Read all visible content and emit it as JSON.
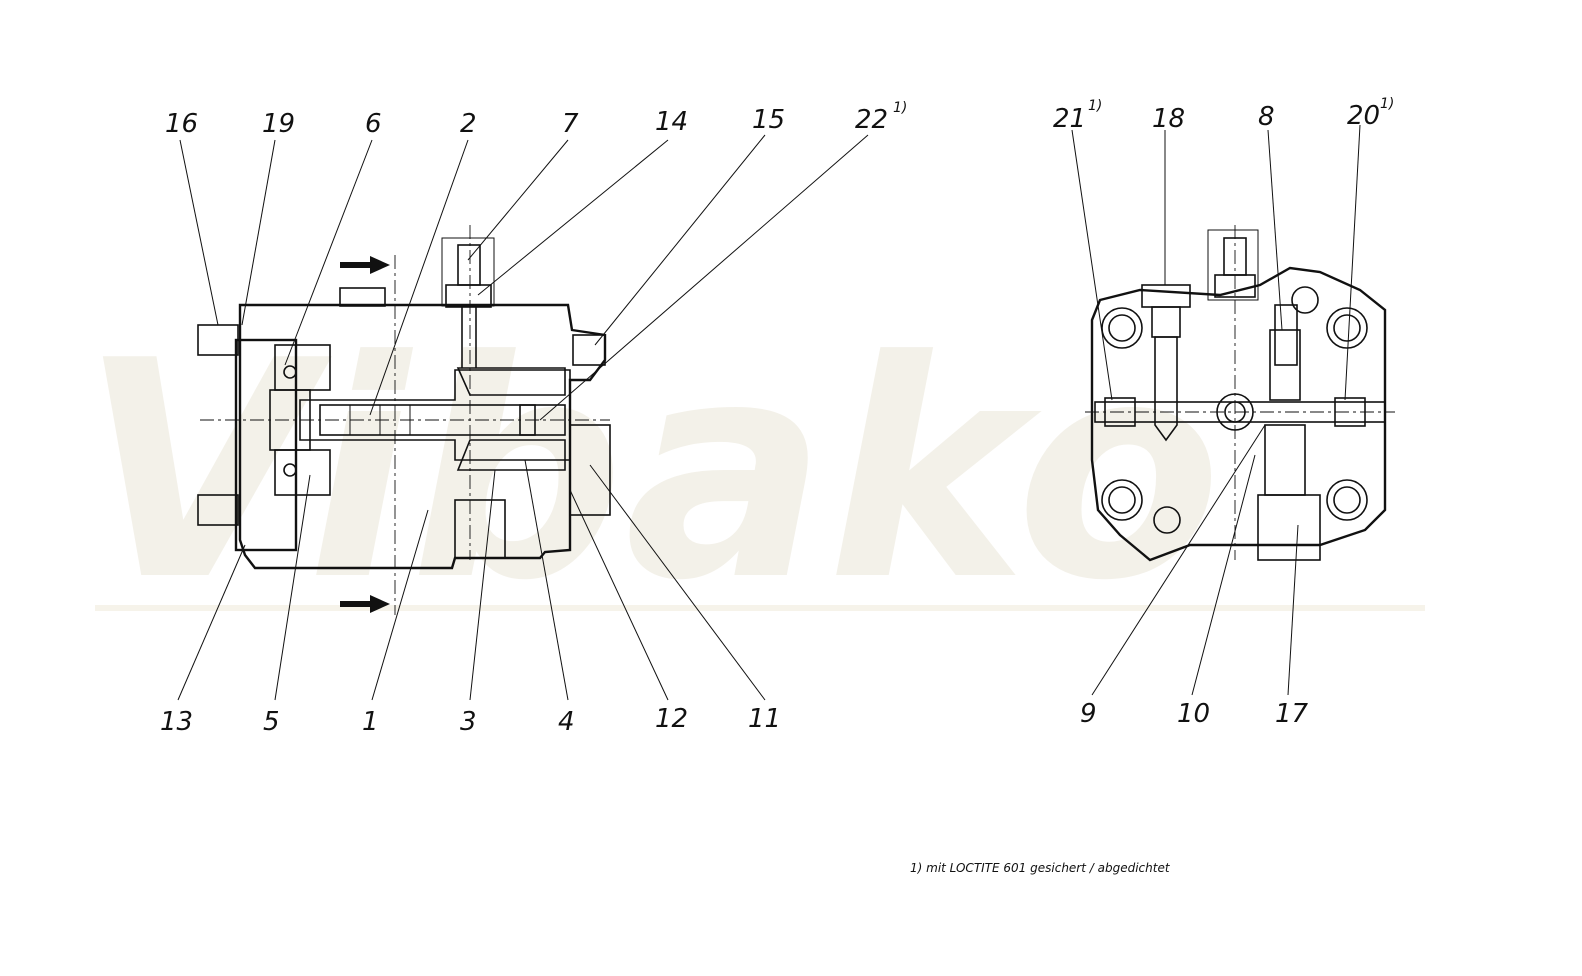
{
  "watermark": "Vibako",
  "left_view": {
    "top_labels": [
      {
        "text": "16",
        "sup": ""
      },
      {
        "text": "19",
        "sup": ""
      },
      {
        "text": "6",
        "sup": ""
      },
      {
        "text": "2",
        "sup": ""
      },
      {
        "text": "7",
        "sup": ""
      },
      {
        "text": "14",
        "sup": ""
      },
      {
        "text": "15",
        "sup": ""
      },
      {
        "text": "22",
        "sup": "1)"
      }
    ],
    "bottom_labels": [
      {
        "text": "13"
      },
      {
        "text": "5"
      },
      {
        "text": "1"
      },
      {
        "text": "3"
      },
      {
        "text": "4"
      },
      {
        "text": "12"
      },
      {
        "text": "11"
      }
    ]
  },
  "right_view": {
    "top_labels": [
      {
        "text": "21",
        "sup": "1)"
      },
      {
        "text": "18",
        "sup": ""
      },
      {
        "text": "8",
        "sup": ""
      },
      {
        "text": "20",
        "sup": "1)"
      }
    ],
    "bottom_labels": [
      {
        "text": "9"
      },
      {
        "text": "10"
      },
      {
        "text": "17"
      }
    ]
  },
  "footnote": "1) mit LOCTITE 601 gesichert / abgedichtet"
}
